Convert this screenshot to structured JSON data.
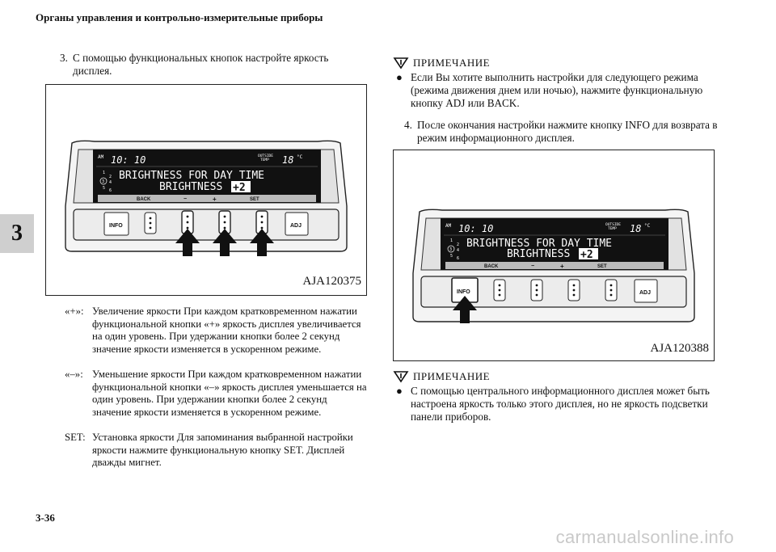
{
  "header": {
    "title": "Органы управления и контрольно-измерительные приборы"
  },
  "page_number": "3-36",
  "chapter_tab": "3",
  "step3": {
    "num": "3.",
    "text": "С помощью функциональных кнопок настройте яркость дисплея."
  },
  "figure1": {
    "code": "AJA120375"
  },
  "figure2": {
    "code": "AJA120388"
  },
  "display": {
    "am": "AM",
    "time": "10: 10",
    "outside_label_1": "OUTSIDE",
    "outside_label_2": "TEMP",
    "temp": "18",
    "temp_unit": "°C",
    "scale": [
      "1",
      "2",
      "3",
      "4",
      "5",
      "6"
    ],
    "line1": "BRIGHTNESS FOR DAY TIME",
    "line2": "BRIGHTNESS",
    "value": "+2",
    "soft_back": "BACK",
    "soft_minus": "−",
    "soft_plus": "+",
    "soft_set": "SET",
    "btn_info": "INFO",
    "btn_adj": "ADJ"
  },
  "definitions": [
    {
      "key": "«+»:",
      "text": "Увеличение яркости При каждом кратковременном нажатии функциональной кнопки «+» яркость дисплея увеличивается на один уровень. При удержании кнопки более 2 секунд значение яркости изменяется в ускоренном режиме."
    },
    {
      "key": "«–»:",
      "text": "Уменьшение яркости При каждом кратковременном нажатии функциональной кнопки «–» яркость дисплея уменьшается на один уровень. При удержании кнопки более 2 секунд значение яркости изменяется в ускоренном режиме."
    },
    {
      "key": "SET:",
      "text": "Установка яркости Для запоминания выбранной настройки яркости нажмите функциональную кнопку SET. Дисплей дважды мигнет."
    }
  ],
  "note1": {
    "heading": "ПРИМЕЧАНИЕ",
    "bullet": "●",
    "text": "Если Вы хотите выполнить настройки для следующего режима (режима движения днем или ночью), нажмите функциональную кнопку ADJ или BACK."
  },
  "step4": {
    "num": "4.",
    "text": "После окончания настройки нажмите кнопку INFO для возврата в режим информационного дисплея."
  },
  "note2": {
    "heading": "ПРИМЕЧАНИЕ",
    "bullet": "●",
    "text": "С помощью центрального информационного дисплея может быть настроена яркость только этого дисплея, но не яркость подсветки панели приборов."
  },
  "watermark": "carmanualsonline.info"
}
